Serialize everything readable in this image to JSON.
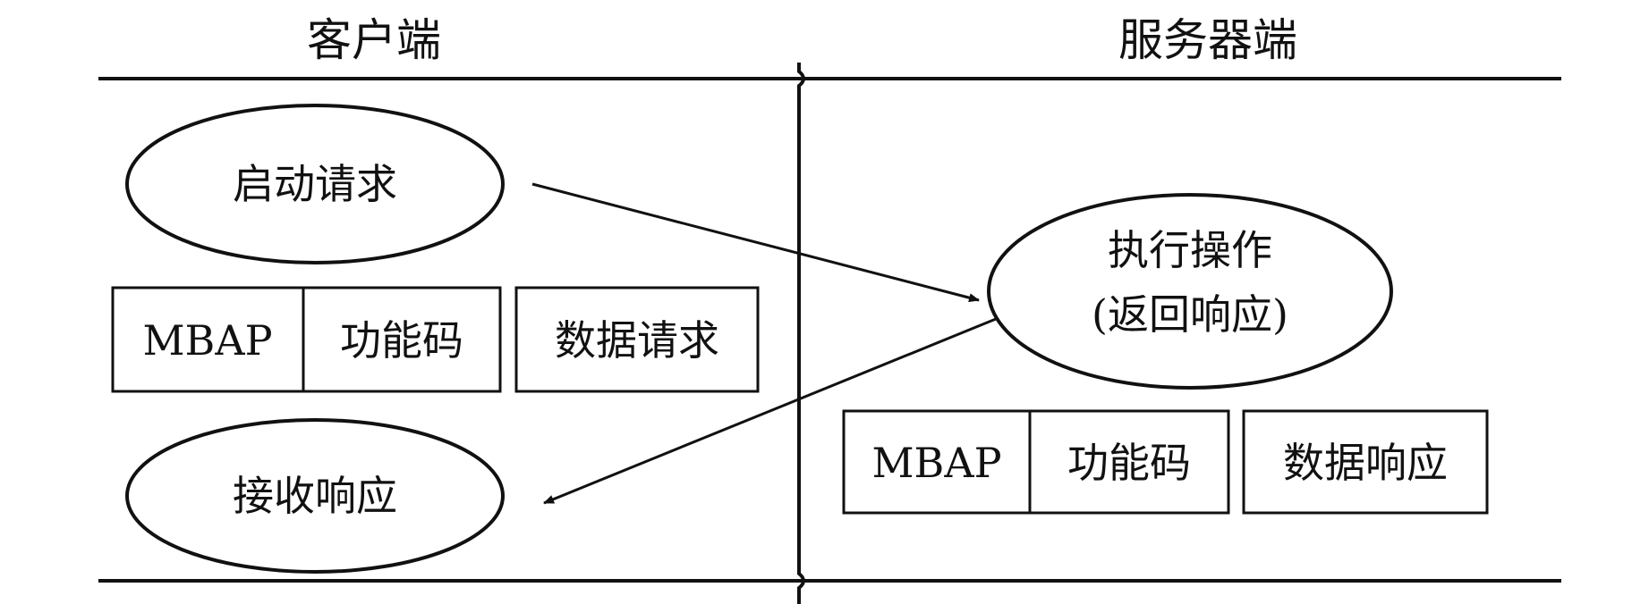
{
  "headers": {
    "client": "客户端",
    "server": "服务器端"
  },
  "client": {
    "start_request": "启动请求",
    "receive_response": "接收响应",
    "request_frame": [
      "MBAP",
      "功能码",
      "数据请求"
    ]
  },
  "server": {
    "execute_line1": "执行操作",
    "execute_line2": "(返回响应)",
    "response_frame": [
      "MBAP",
      "功能码",
      "数据响应"
    ]
  }
}
